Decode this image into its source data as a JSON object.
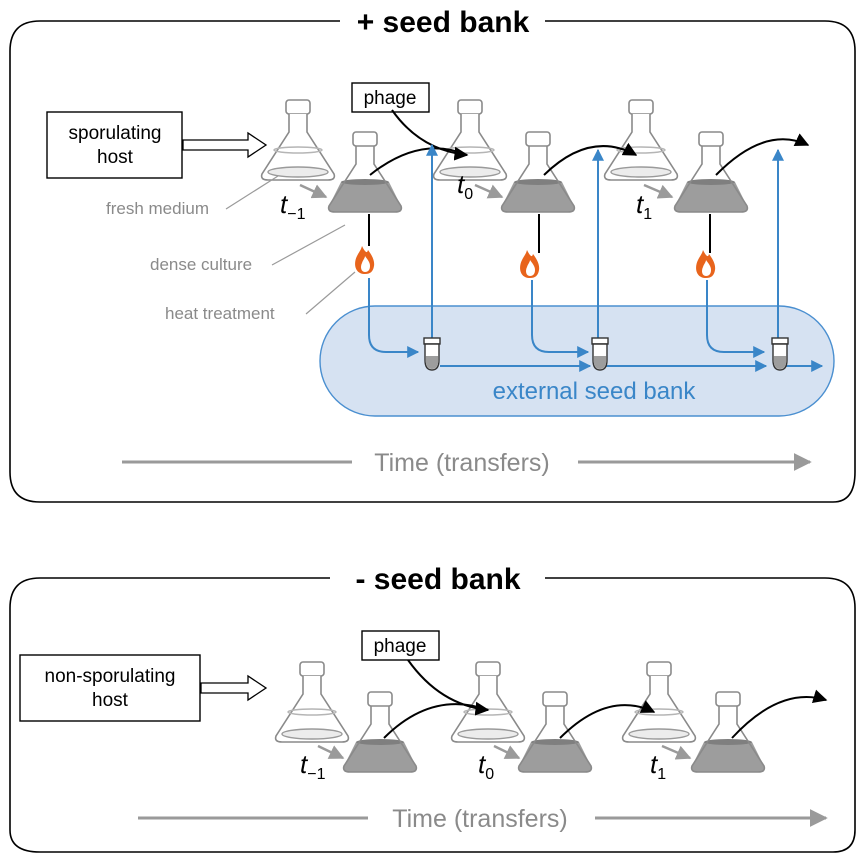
{
  "top_panel": {
    "title": "+ seed bank",
    "host_label_line1": "sporulating",
    "host_label_line2": "host",
    "phage_label": "phage",
    "fresh_medium_label": "fresh medium",
    "dense_culture_label": "dense culture",
    "heat_treatment_label": "heat treatment",
    "seed_bank_label": "external seed bank",
    "time_label": "Time (transfers)",
    "t_labels": [
      {
        "main": "t",
        "sub": "−1"
      },
      {
        "main": "t",
        "sub": "0"
      },
      {
        "main": "t",
        "sub": "1"
      }
    ]
  },
  "bottom_panel": {
    "title": "- seed bank",
    "host_label_line1": "non-sporulating",
    "host_label_line2": "host",
    "phage_label": "phage",
    "time_label": "Time (transfers)",
    "t_labels": [
      {
        "main": "t",
        "sub": "−1"
      },
      {
        "main": "t",
        "sub": "0"
      },
      {
        "main": "t",
        "sub": "1"
      }
    ]
  },
  "colors": {
    "arrow_gray": "#9a9a9a",
    "seed_bank_blue": "#3a86c8",
    "seed_bank_fill": "#d6e2f2",
    "flame_orange": "#e8641c",
    "culture_gray": "#9d9d9d"
  }
}
